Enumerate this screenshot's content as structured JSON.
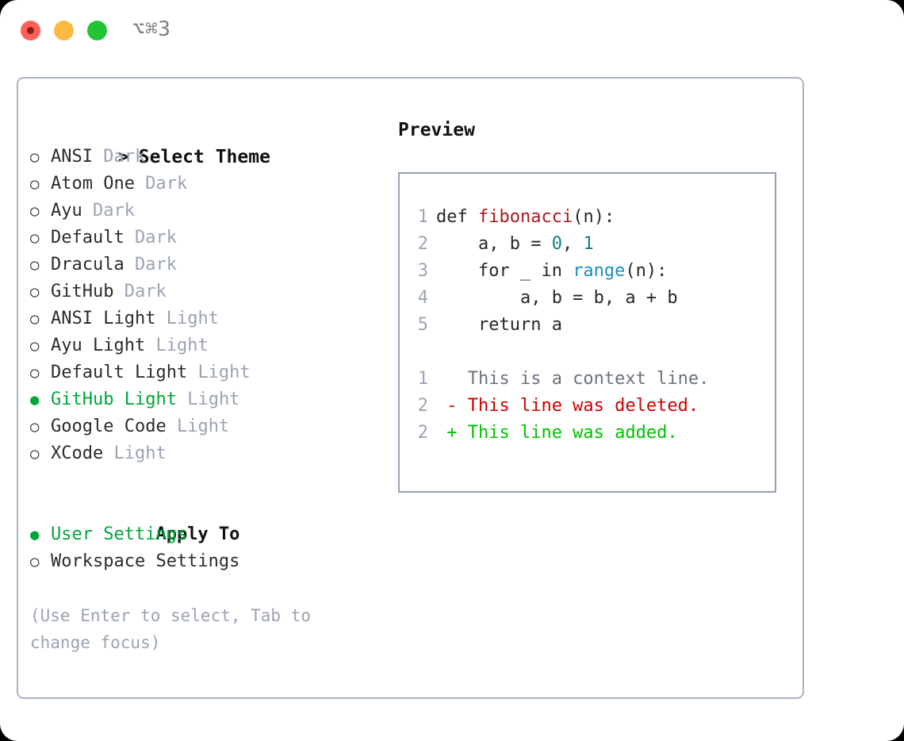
{
  "titlebar": {
    "shortcut": "⌥⌘3",
    "lights": [
      {
        "name": "close",
        "color": "#ff6058"
      },
      {
        "name": "minimize",
        "color": "#fcbb40"
      },
      {
        "name": "maximize",
        "color": "#22c434"
      }
    ]
  },
  "colors": {
    "selection_green": "#00a63c",
    "muted_gray": "#9aa3b2",
    "border": "#aab3c2",
    "preview_border": "#97a1b1",
    "diff_added": "#00c000",
    "diff_deleted": "#cc0000",
    "diff_context": "#6a737d",
    "token_function": "#a61b1b",
    "token_number": "#108080",
    "token_call": "#1a8fc0",
    "line_number": "#9aa5b4"
  },
  "theme_list": {
    "heading": "Select Theme",
    "heading_marker": ">",
    "bullet_selected": "●",
    "bullet_unselected": "○",
    "items": [
      {
        "name": "ANSI",
        "kind": "Dark",
        "selected": false
      },
      {
        "name": "Atom One",
        "kind": "Dark",
        "selected": false
      },
      {
        "name": "Ayu",
        "kind": "Dark",
        "selected": false
      },
      {
        "name": "Default",
        "kind": "Dark",
        "selected": false
      },
      {
        "name": "Dracula",
        "kind": "Dark",
        "selected": false
      },
      {
        "name": "GitHub",
        "kind": "Dark",
        "selected": false
      },
      {
        "name": "ANSI Light",
        "kind": "Light",
        "selected": false
      },
      {
        "name": "Ayu Light",
        "kind": "Light",
        "selected": false
      },
      {
        "name": "Default Light",
        "kind": "Light",
        "selected": false
      },
      {
        "name": "GitHub Light",
        "kind": "Light",
        "selected": true
      },
      {
        "name": "Google Code",
        "kind": "Light",
        "selected": false
      },
      {
        "name": "XCode",
        "kind": "Light",
        "selected": false
      }
    ]
  },
  "apply_to": {
    "heading": "Apply To",
    "options": [
      {
        "label": "User Settings",
        "selected": true
      },
      {
        "label": "Workspace Settings",
        "selected": false
      }
    ]
  },
  "hint": "(Use Enter to select, Tab to change focus)",
  "preview": {
    "heading": "Preview",
    "code": [
      {
        "lineno": "1",
        "segments": [
          {
            "text": "def ",
            "token": "plain"
          },
          {
            "text": "fibonacci",
            "token": "function"
          },
          {
            "text": "(n):",
            "token": "plain"
          }
        ]
      },
      {
        "lineno": "2",
        "segments": [
          {
            "text": "    a, b = ",
            "token": "plain"
          },
          {
            "text": "0",
            "token": "number"
          },
          {
            "text": ", ",
            "token": "plain"
          },
          {
            "text": "1",
            "token": "number"
          }
        ]
      },
      {
        "lineno": "3",
        "segments": [
          {
            "text": "    for _ in ",
            "token": "plain"
          },
          {
            "text": "range",
            "token": "call"
          },
          {
            "text": "(n):",
            "token": "plain"
          }
        ]
      },
      {
        "lineno": "4",
        "segments": [
          {
            "text": "        a, b = b, a + b",
            "token": "plain"
          }
        ]
      },
      {
        "lineno": "5",
        "segments": [
          {
            "text": "    return a",
            "token": "plain"
          }
        ]
      }
    ],
    "diff": [
      {
        "lineno": "1",
        "marker": " ",
        "text": "This is a context line.",
        "kind": "context"
      },
      {
        "lineno": "2",
        "marker": "-",
        "text": "This line was deleted.",
        "kind": "deleted"
      },
      {
        "lineno": "2",
        "marker": "+",
        "text": "This line was added.",
        "kind": "added"
      }
    ]
  }
}
